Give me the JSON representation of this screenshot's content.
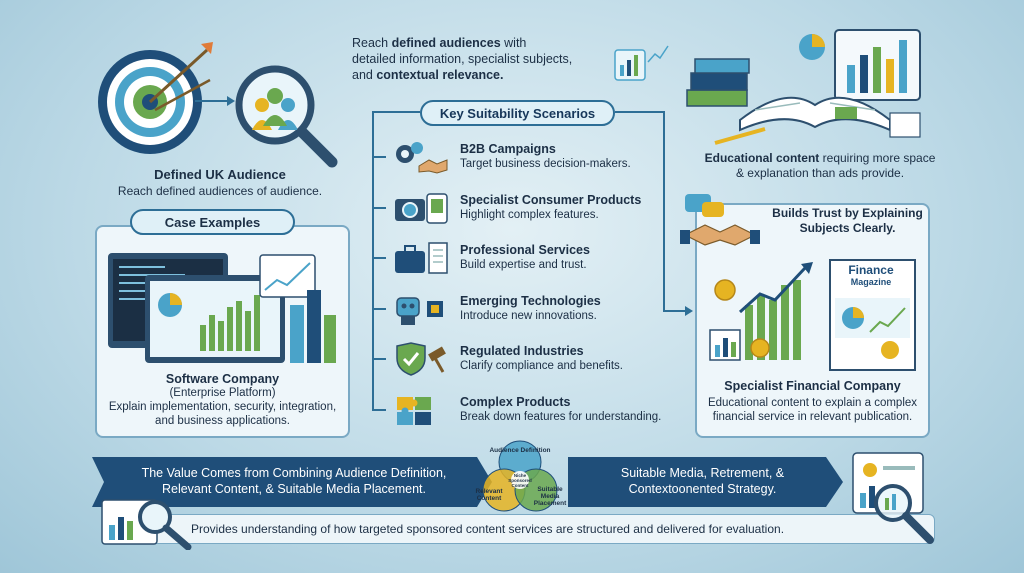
{
  "top_left": {
    "title": "Defined UK Audience",
    "subtitle": "Reach defined audiences of audience."
  },
  "intro": {
    "line1_prefix": "Reach ",
    "line1_bold": "defined audiences",
    "line1_suffix": " with",
    "line2": "detailed information, specialist subjects,",
    "line3_prefix": "and ",
    "line3_bold": "contextual relevance."
  },
  "key_scenarios": {
    "heading": "Key Suitability Scenarios",
    "items": [
      {
        "title": "B2B Campaigns",
        "desc": "Target business decision-makers.",
        "icon": "gears-handshake-icon"
      },
      {
        "title": "Specialist Consumer Products",
        "desc": "Highlight complex features.",
        "icon": "camera-tablet-icon"
      },
      {
        "title": "Professional Services",
        "desc": "Build expertise and trust.",
        "icon": "briefcase-document-icon"
      },
      {
        "title": "Emerging Technologies",
        "desc": "Introduce new innovations.",
        "icon": "robot-chip-icon"
      },
      {
        "title": "Regulated Industries",
        "desc": "Clarify compliance and benefits.",
        "icon": "shield-gavel-icon"
      },
      {
        "title": "Complex Products",
        "desc": "Break down features for understanding.",
        "icon": "puzzle-icon"
      }
    ]
  },
  "case_examples": {
    "heading": "Case Examples",
    "company": "Software Company",
    "platform": "(Enterprise Platform)",
    "desc": "Explain implementation, security, integration, and business applications."
  },
  "right_top": {
    "desc_bold": "Educational content",
    "desc_rest": " requiring more space & explanation than ads provide."
  },
  "finance": {
    "trust": "Builds Trust by Explaining Subjects Clearly.",
    "magazine_line1": "Finance",
    "magazine_line2": "Magazine",
    "title": "Specialist Financial Company",
    "desc": "Educational content to explain a complex financial service in relevant publication."
  },
  "banner": {
    "left_line1": "The Value Comes from Combining Audience Definition,",
    "left_line2": "Relevant Content, & Suitable Media Placement.",
    "right_line1": "Suitable Media, Retrement, &",
    "right_line2": "Contextoonented Strategy."
  },
  "venn": {
    "top": "Audience Definition",
    "left": "Relevant Content",
    "right": "Suitable Media Placement",
    "center": "Niche Sponsored Content"
  },
  "bottom": {
    "text": "Provides understanding of how targeted sponsored content services are structured and delivered for evaluation."
  },
  "colors": {
    "navy": "#1f4e79",
    "accent": "#2d6e96",
    "green": "#6aa84f",
    "gold": "#e6b422"
  }
}
